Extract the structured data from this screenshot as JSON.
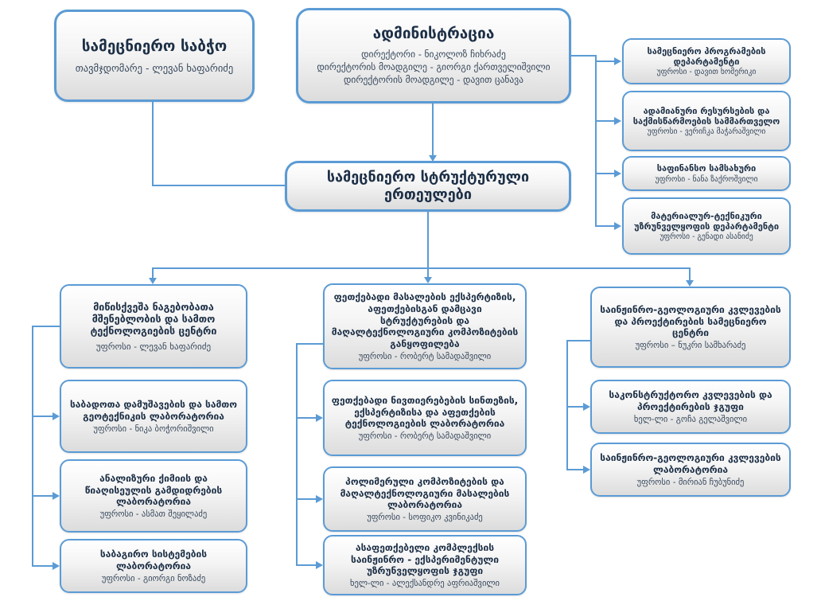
{
  "colors": {
    "accent": "#5B9BD5",
    "box_fill_top": "#ffffff",
    "box_fill_bottom": "#dcdcdc",
    "title_text": "#1c2f46",
    "subtitle_text": "#37485c"
  },
  "council": {
    "title": "სამეცნიერო საბჭო",
    "subtitle": "თავმჯდომარე - ლევან ხაფარიძე"
  },
  "administration": {
    "title": "ადმინისტრაცია",
    "lines": [
      "დირექტორი - ნიკოლოზ ჩიხრაძე",
      "დირექტორის მოადგილე - გიორგი ქართველიშვილი",
      "დირექტორის მოადგილე - დავით ცანავა"
    ]
  },
  "structural": {
    "title": "სამეცნიერო სტრუქტურული ერთეულები"
  },
  "right_branch": [
    {
      "title": "სამეცნიერო პროგრამების დეპარტამენტი",
      "subtitle": "უფროსი - დავით ხომერიკი"
    },
    {
      "title": "ადამიანური რესურსების და საქმისწარმოების სამმართველო",
      "subtitle": "უფროსი - ვერიჩკა მაჭარაშვილი"
    },
    {
      "title": "საფინანსო სამსახური",
      "subtitle": "უფროსი - ნანა ზაქროშვილი"
    },
    {
      "title": "მატერიალურ-ტექნიკური უზრუნველყოფის დეპარტამენტი",
      "subtitle": "უფროსი - გენადი ასანიძე"
    }
  ],
  "left_column": [
    {
      "title": "მიწისქვეშა ნაგებობათა მშენებლობის და სამთო ტექნოლოგიების ცენტრი",
      "subtitle": "უფროსი - ლევან ხაფარიძე"
    },
    {
      "title": "საბადოთა დამუშავების და სამთო გეოტექნიკის ლაბორატორია",
      "subtitle": "უფროსი - ნიკა ბოჭორიშვილი"
    },
    {
      "title": "ანალიზური ქიმიის და წიაღისეულის გამდიდრების ლაბორატორია",
      "subtitle": "უფროსი - ასმათ შეყილაძე"
    },
    {
      "title": "საბაგირო სისტემების ლაბორატორია",
      "subtitle": "უფროსი - გიორგი ნოზაძე"
    }
  ],
  "middle_column": [
    {
      "title": "ფეთქებადი მასალების ექსპერტიზის, აფეთქებისგან დამცავი სტრუქტურების და მაღალტექნოლოგიური კომპოზიტების განყოფილება",
      "subtitle": "უფროსი - რობერტ სამადაშვილი"
    },
    {
      "title": "ფეთქებადი ნივთიერებების სინთეზის, ექსპერტიზისა და აფეთქების ტექნოლოგიების ლაბორატორია",
      "subtitle": "უფროსი - რობერტ სამადაშვილი"
    },
    {
      "title": "პოლიმერული კომპოზიტების და მაღალტექნოლოგიური მასალების ლაბორატორია",
      "subtitle": "უფროსი - სოფიკო კვინიკაძე"
    },
    {
      "title": "ასაფეთქებელი კომპლექსის საინჟინრო - ექსპერიმენტული უზრუნველყოფის ჯგუფი",
      "subtitle": "ხელ-ლი - ალექსანდრე აფრიაშვილი"
    }
  ],
  "right_column": [
    {
      "title": "საინჟინრო-გეოლოგიური კვლევების და პროექტირების სამეცნიერო ცენტრი",
      "subtitle": "უფროსი – ნუკრი სამხარაძე"
    },
    {
      "title": "საკონსტრუქტორო კვლევების და პროექტირების ჯგუფი",
      "subtitle": "ხელ-ლი - გოჩა გელაშვილი"
    },
    {
      "title": "საინჟინრო-გეოლოგიური კვლევების ლაბორატორია",
      "subtitle": "უფროსი - მირიან ჩუბუნიძე"
    }
  ]
}
